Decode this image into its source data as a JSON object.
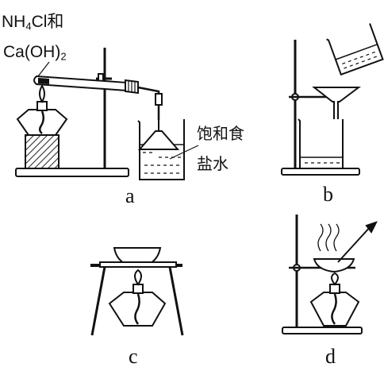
{
  "labels": {
    "reagent_line1_a": "NH",
    "reagent_line1_sub": "4",
    "reagent_line1_b": "Cl和",
    "reagent_line2_a": "Ca(OH)",
    "reagent_line2_sub": "2",
    "brine_line1": "饱和食",
    "brine_line2": "盐水"
  },
  "panels": {
    "a": "a",
    "b": "b",
    "c": "c",
    "d": "d"
  },
  "colors": {
    "ink": "#111111",
    "hatch": "#333333"
  }
}
